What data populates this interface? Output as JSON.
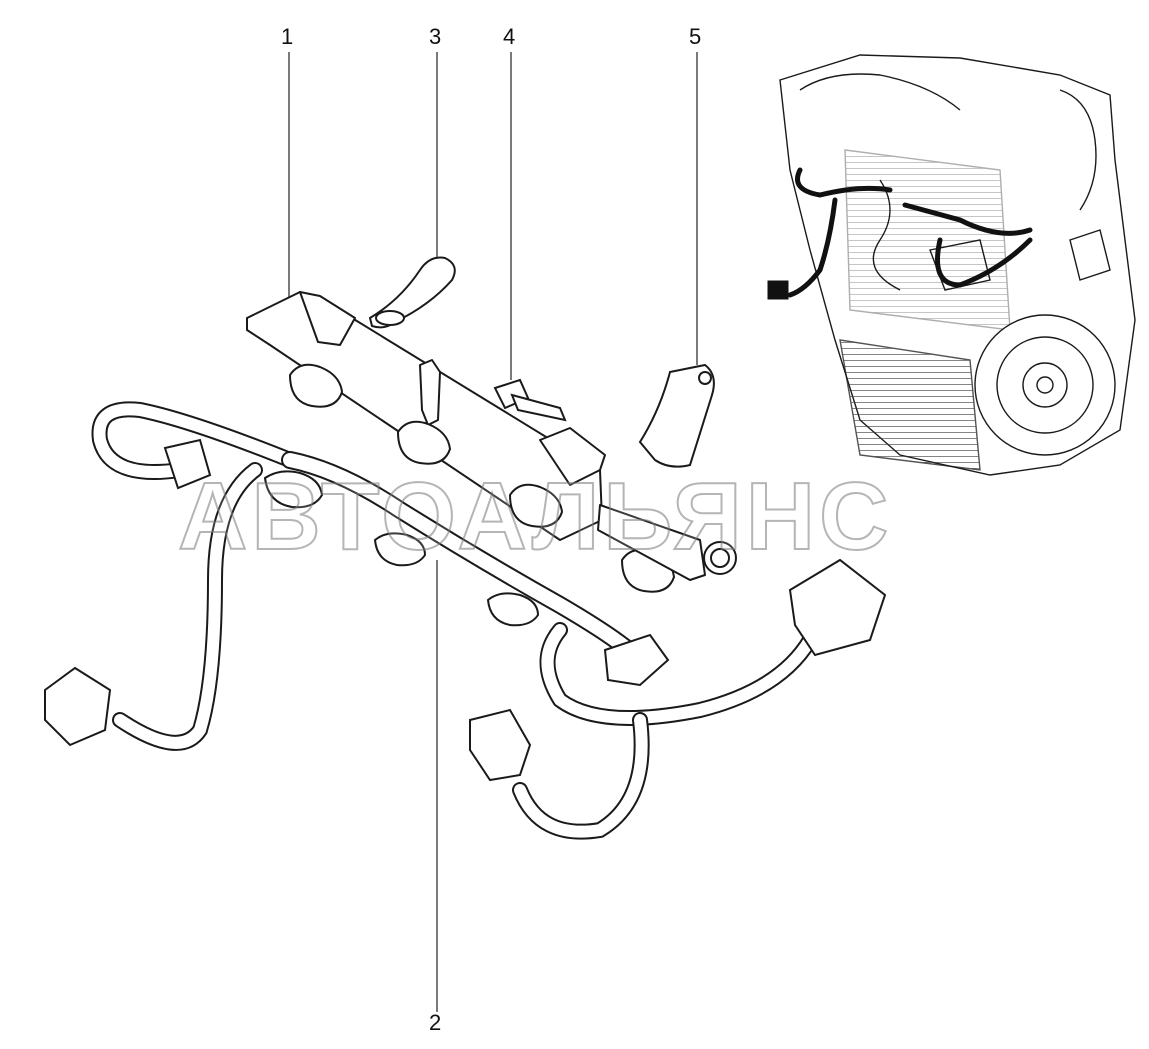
{
  "callouts": {
    "c1": "1",
    "c2": "2",
    "c3": "3",
    "c4": "4",
    "c5": "5"
  },
  "watermark": "АВТОАЛЬЯНС",
  "colors": {
    "line": "#1a1a1a",
    "background": "#ffffff",
    "harness_highlight": "#111111"
  }
}
